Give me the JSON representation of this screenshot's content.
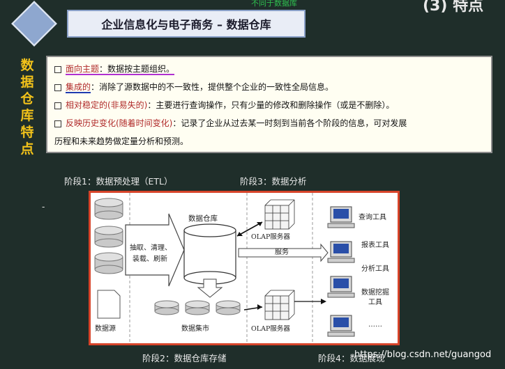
{
  "header": {
    "top_text": "不同于数据库",
    "top_right": "(3) 特点",
    "title": "企业信息化与电子商务 – 数据仓库"
  },
  "side_title": [
    "数",
    "据",
    "仓",
    "库",
    "特",
    "点"
  ],
  "features": [
    {
      "key": "面向主题",
      "text": "：数据按主题组织。"
    },
    {
      "key": "集成的",
      "text": "：消除了源数据中的不一致性，提供整个企业的一致性全局信息。"
    },
    {
      "key": "相对稳定的(非易失的)",
      "text": "：主要进行查询操作，只有少量的修改和删除操作（或是不删除）。"
    },
    {
      "key": "反映历史变化(随着时间变化)",
      "text": "：记录了企业从过去某一时刻到当前各个阶段的信息，可对发展"
    }
  ],
  "feature_continuation": "历程和未来趋势做定量分析和预测。",
  "stages": {
    "stage1": "阶段1：数据预处理（ETL）",
    "stage3": "阶段3：数据分析",
    "stage2": "阶段2：数据仓库存储",
    "stage4": "阶段4：数据展现"
  },
  "diagram": {
    "etl_lines": [
      "抽取、清理、",
      "装载、刷新"
    ],
    "warehouse_label": "数据仓库",
    "olap_top": "OLAP服务器",
    "olap_bottom": "OLAP服务器",
    "service_label": "服务",
    "source_label": "数据源",
    "mart_label": "数据集市",
    "tools": [
      "查询工具",
      "报表工具",
      "分析工具",
      "数据挖掘",
      "工具",
      "……"
    ]
  },
  "watermark": "https://blog.csdn.net/guangod",
  "colors": {
    "background": "#1f2e2a",
    "accent_yellow": "#f2c21a",
    "diagram_border": "#d7442a"
  }
}
